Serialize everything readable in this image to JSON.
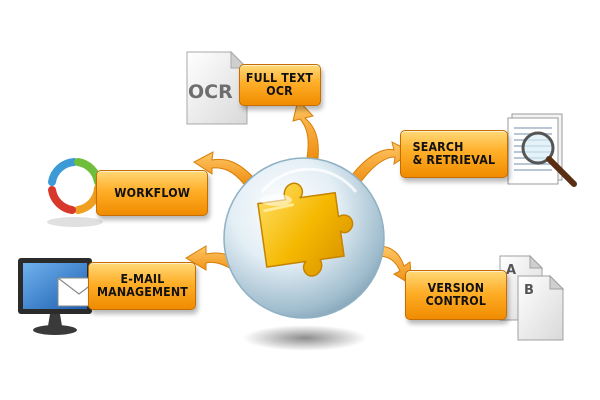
{
  "colors": {
    "label_fill": "#ffae28",
    "label_border": "#c56d00",
    "arrow_fill": "#f6a02b",
    "sphere": "#c9dbe7",
    "puzzle": "#f5b800"
  },
  "nodes": {
    "full_text_ocr": {
      "label": "FULL TEXT\nOCR",
      "icon": "ocr-document-icon",
      "icon_text": "OCR"
    },
    "search_retrieval": {
      "label": "SEARCH\n& RETRIEVAL",
      "icon": "magnifier-document-icon"
    },
    "workflow": {
      "label": "WORKFLOW",
      "icon": "cycle-arrows-icon"
    },
    "email_management": {
      "label": "E-MAIL\nMANAGEMENT",
      "icon": "monitor-envelope-icon"
    },
    "version_control": {
      "label": "VERSION\nCONTROL",
      "icon": "ab-documents-icon",
      "icon_text_a": "A",
      "icon_text_b": "B"
    }
  },
  "center": {
    "icon": "puzzle-piece-sphere-icon"
  }
}
